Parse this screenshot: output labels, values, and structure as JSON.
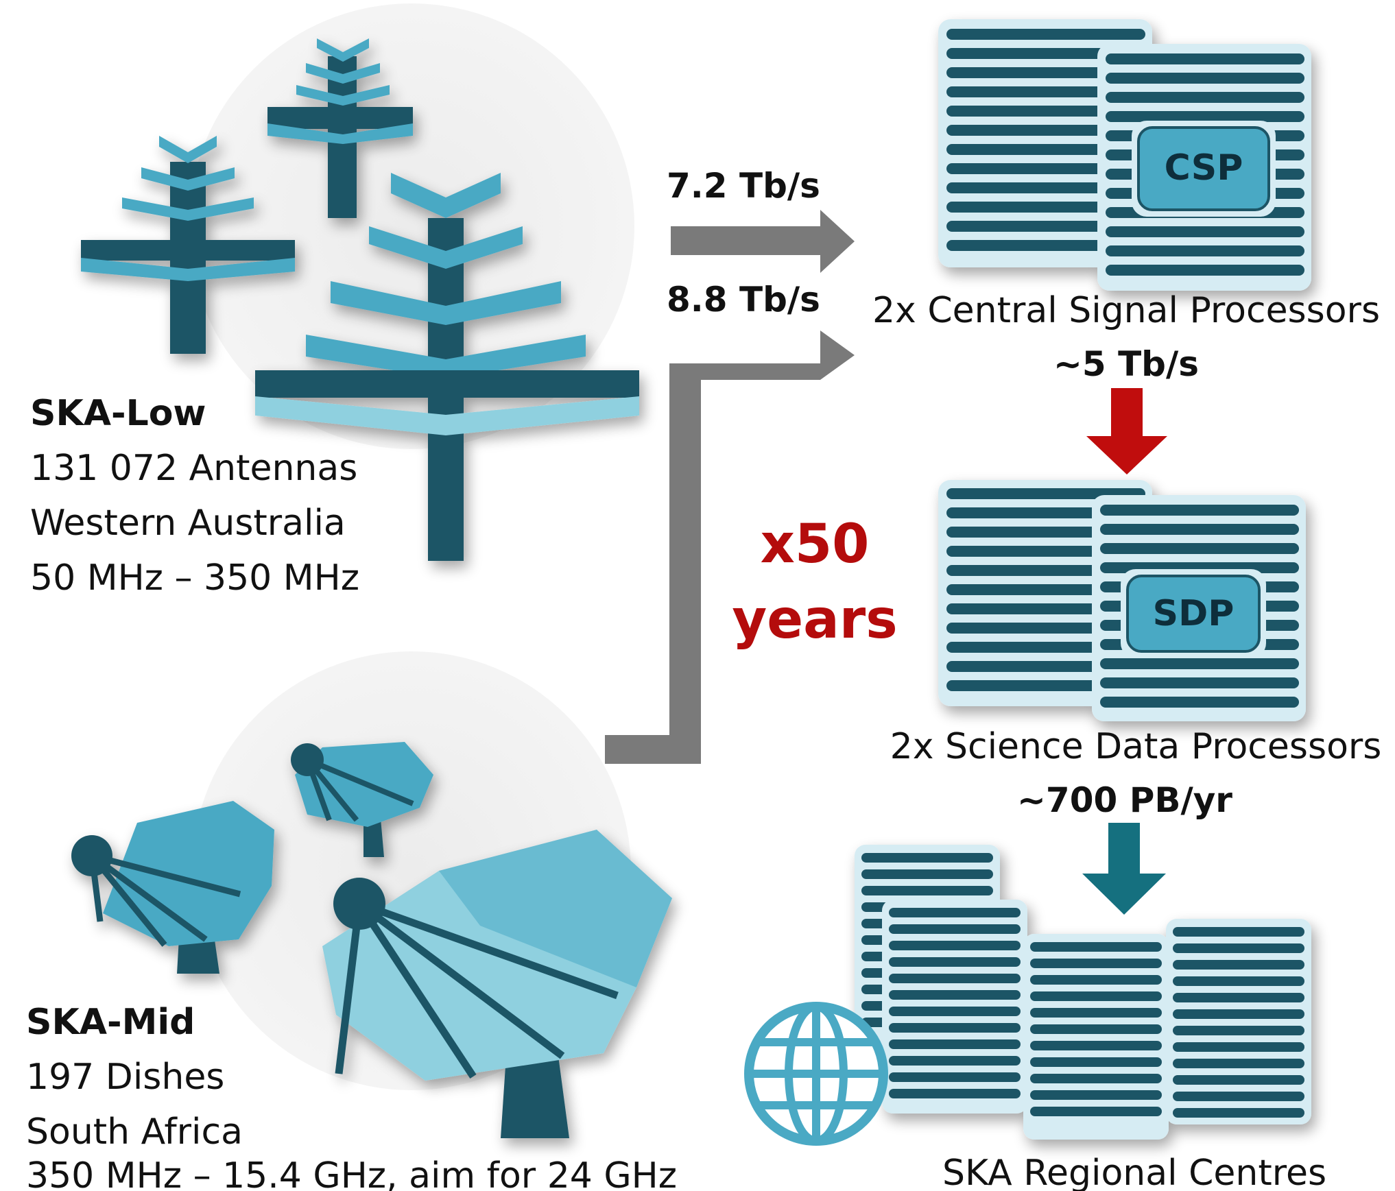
{
  "low": {
    "name": "SKA-Low",
    "antennas": "131 072 Antennas",
    "location": "Western Australia",
    "band": "50 MHz – 350 MHz"
  },
  "mid": {
    "name": "SKA-Mid",
    "dishes": "197 Dishes",
    "location": "South Africa",
    "band": "350 MHz – 15.4 GHz, aim for 24 GHz"
  },
  "links": {
    "low_rate": "7.2 Tb/s",
    "mid_rate": "8.8 Tb/s",
    "csp_to_sdp": "~5 Tb/s",
    "sdp_to_src": "~700 PB/yr"
  },
  "growth": {
    "factor": "x50",
    "unit": "years"
  },
  "csp": {
    "chip": "CSP",
    "caption": "2x Central Signal Processors"
  },
  "sdp": {
    "chip": "SDP",
    "caption": "2x Science Data Processors"
  },
  "src": {
    "caption": "SKA Regional Centres"
  },
  "colors": {
    "dark_teal": "#1f5566",
    "mid_teal": "#4aa9c4",
    "light_teal": "#8fd0df",
    "server_bg": "#d6ecf3",
    "arrow_gray": "#7a7a7a",
    "arrow_red": "#c00d0d",
    "arrow_teal": "#15707f",
    "highlight_red": "#b40c0c"
  }
}
